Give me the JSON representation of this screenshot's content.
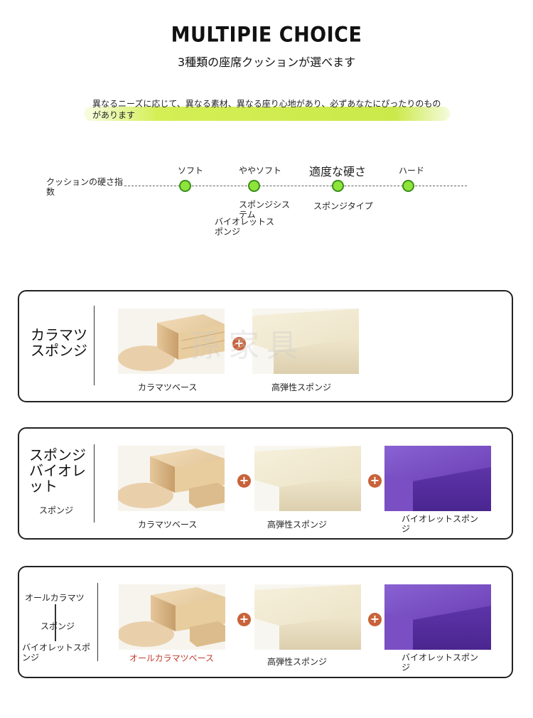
{
  "header": {
    "title": "MULTIPIE CHOICE",
    "subtitle": "3種類の座席クッションが選べます",
    "description": "異なるニーズに応じて、異なる素材、異なる座り心地があり、必ずあなたにぴったりのものがあります"
  },
  "scale": {
    "label": "クッションの硬さ指数",
    "levels": [
      {
        "label": "ソフト",
        "under": "",
        "value": 1
      },
      {
        "label": "ややソフト",
        "under": "スポンジシステム",
        "value": 2
      },
      {
        "label": "適度な硬さ",
        "under": "スポンジタイプ",
        "value": 3
      },
      {
        "label": "ハード",
        "under": "",
        "value": 4
      }
    ],
    "extra_under": "バイオレットスポンジ",
    "accent_color": "#8ee43a"
  },
  "cards": [
    {
      "label": "カラマツスポンジ",
      "items": [
        "カラマツベース",
        "高弾性スポンジ"
      ],
      "watermark": "孫家具"
    },
    {
      "label": "スポンジ バイオレット",
      "label_small": "スポンジ",
      "items": [
        "カラマツベース",
        "高弾性スポンジ",
        "バイオレットスポンジ"
      ]
    },
    {
      "label_lines": [
        "オールカラマツ",
        "スポンジ",
        "バイオレットスポンジ"
      ],
      "items": [
        "オールカラマツベース",
        "高弾性スポンジ",
        "バイオレットスポンジ"
      ]
    }
  ],
  "colors": {
    "highlight": "#cbe94a",
    "plus": "#c8623a",
    "red_text": "#c0392b",
    "violet": "#6a3fb5"
  },
  "icons": {
    "plus": "plus-circle-icon"
  }
}
